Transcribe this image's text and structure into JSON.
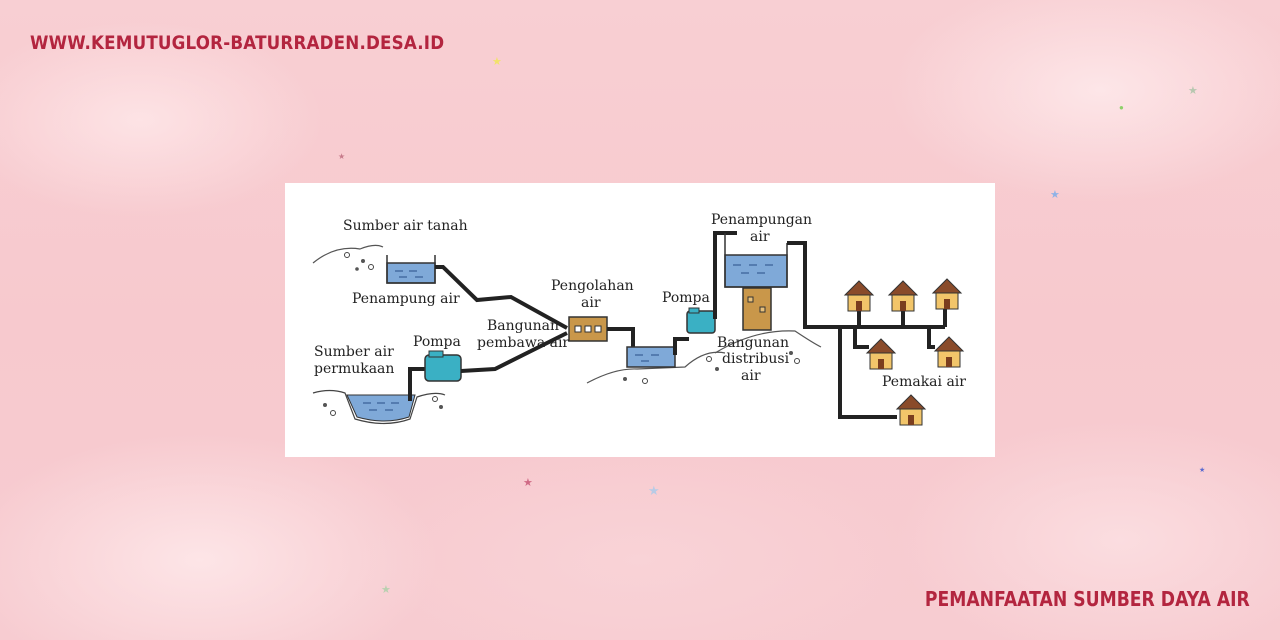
{
  "header": {
    "site_url": "WWW.KEMUTUGLOR-BATURRADEN.DESA.ID"
  },
  "footer": {
    "title": "PEMANFAATAN SUMBER DAYA AIR"
  },
  "diagram": {
    "labels": {
      "groundwater_source": "Sumber air tanah",
      "water_reservoir": "Penampung air",
      "surface_water_line1": "Sumber air",
      "surface_water_line2": "permukaan",
      "pump_left": "Pompa",
      "conveyance_line1": "Bangunan",
      "conveyance_line2": "pembawa air",
      "treatment_line1": "Pengolahan",
      "treatment_line2": "air",
      "pump_right": "Pompa",
      "storage_line1": "Penampungan",
      "storage_line2": "air",
      "distribution_line1": "Bangunan",
      "distribution_line2": "distribusi",
      "distribution_line3": "air",
      "consumers": "Pemakai air"
    }
  },
  "colors": {
    "background": "#f7cbd0",
    "accent_text": "#b3253f",
    "water": "#7fa9d8",
    "pump": "#3ab0c4",
    "treatment_box": "#c9974a",
    "house_roof": "#8a4b2a",
    "house_wall": "#f2c56a"
  }
}
